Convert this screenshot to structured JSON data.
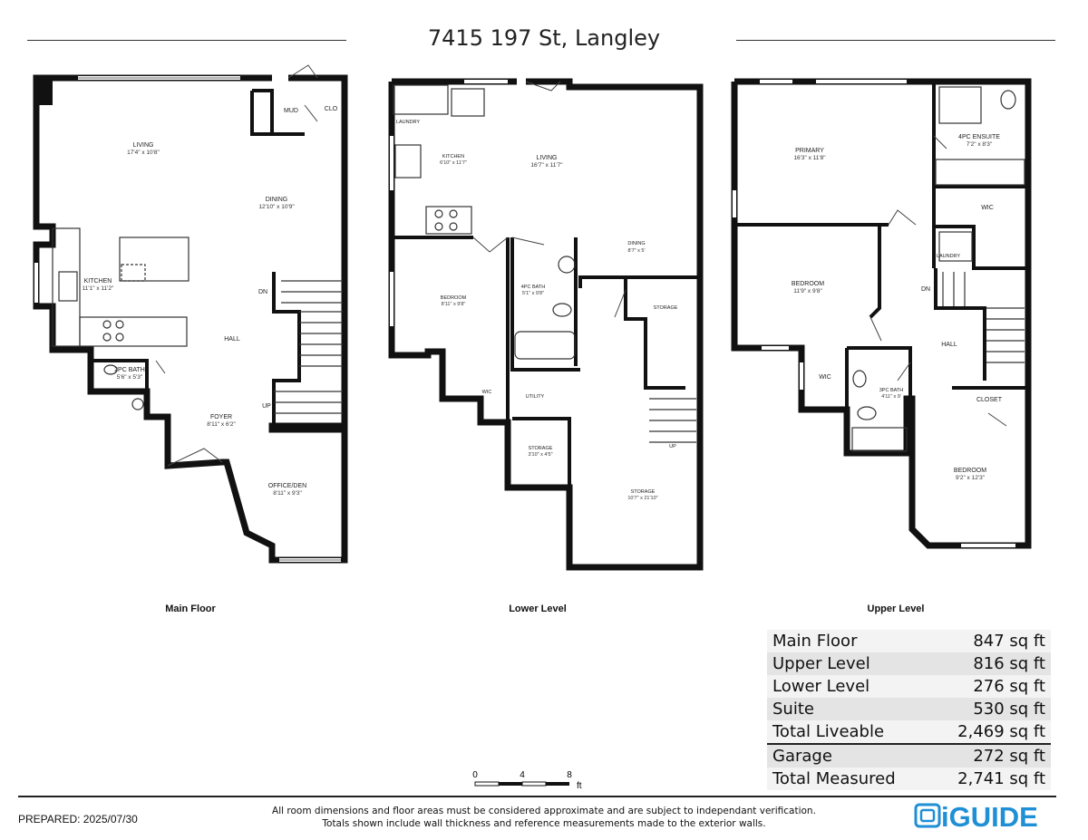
{
  "title": "7415 197 St, Langley",
  "floors": {
    "main": {
      "label": "Main Floor",
      "rooms": [
        {
          "name": "LIVING",
          "dim": "17'4\" x 10'8\""
        },
        {
          "name": "DINING",
          "dim": "12'10\" x 10'9\""
        },
        {
          "name": "MUD",
          "dim": ""
        },
        {
          "name": "CLO",
          "dim": ""
        },
        {
          "name": "KITCHEN",
          "dim": "11'1\" x 11'2\""
        },
        {
          "name": "HALL",
          "dim": ""
        },
        {
          "name": "2PC BATH",
          "dim": "5'6\" x 5'3\""
        },
        {
          "name": "FOYER",
          "dim": "8'11\" x 6'2\""
        },
        {
          "name": "OFFICE/DEN",
          "dim": "8'11\" x 9'3\""
        },
        {
          "name": "DN",
          "dim": ""
        },
        {
          "name": "UP",
          "dim": ""
        }
      ]
    },
    "lower": {
      "label": "Lower Level",
      "rooms": [
        {
          "name": "LAUNDRY",
          "dim": ""
        },
        {
          "name": "KITCHEN",
          "dim": "6'10\" x 11'7\""
        },
        {
          "name": "LIVING",
          "dim": "16'7\" x 11'7\""
        },
        {
          "name": "DINING",
          "dim": "8'7\" x 5'"
        },
        {
          "name": "BEDROOM",
          "dim": "8'11\" x 9'8\""
        },
        {
          "name": "4PC BATH",
          "dim": "5'1\" x 9'8\""
        },
        {
          "name": "STORAGE",
          "dim": ""
        },
        {
          "name": "WIC",
          "dim": ""
        },
        {
          "name": "UTILITY",
          "dim": ""
        },
        {
          "name": "STORAGE",
          "dim": "3'10\" x 4'5\""
        },
        {
          "name": "STORAGE",
          "dim": "10'7\" x 21'10\""
        },
        {
          "name": "UP",
          "dim": ""
        }
      ]
    },
    "upper": {
      "label": "Upper Level",
      "rooms": [
        {
          "name": "PRIMARY",
          "dim": "16'3\" x 11'8\""
        },
        {
          "name": "4PC ENSUITE",
          "dim": "7'2\" x 8'3\""
        },
        {
          "name": "WIC",
          "dim": ""
        },
        {
          "name": "LAUNDRY",
          "dim": ""
        },
        {
          "name": "BEDROOM",
          "dim": "11'9\" x 9'8\""
        },
        {
          "name": "DN",
          "dim": ""
        },
        {
          "name": "HALL",
          "dim": ""
        },
        {
          "name": "WIC",
          "dim": ""
        },
        {
          "name": "3PC BATH",
          "dim": "4'11\" x 9'"
        },
        {
          "name": "CLOSET",
          "dim": ""
        },
        {
          "name": "BEDROOM",
          "dim": "9'2\" x 12'3\""
        }
      ]
    }
  },
  "areas": [
    {
      "label": "Main Floor",
      "value": "847 sq ft"
    },
    {
      "label": "Upper Level",
      "value": "816 sq ft"
    },
    {
      "label": "Lower Level",
      "value": "276 sq ft"
    },
    {
      "label": "Suite",
      "value": "530 sq ft"
    },
    {
      "label": "Total Liveable",
      "value": "2,469 sq ft"
    },
    {
      "label": "Garage",
      "value": "272 sq ft"
    },
    {
      "label": "Total Measured",
      "value": "2,741 sq ft"
    }
  ],
  "scale": {
    "ticks": [
      "0",
      "4",
      "8"
    ],
    "unit": "ft"
  },
  "prepared": "PREPARED: 2025/07/30",
  "disclaimer_line1": "All room dimensions and floor areas must be considered approximate and are subject to independant verification.",
  "disclaimer_line2": "Totals shown include wall thickness and reference measurements made to the exterior walls.",
  "brand": "iGUIDE",
  "colors": {
    "brand": "#1f8fd6",
    "wall": "#111111",
    "table_alt": "#e4e4e4"
  }
}
